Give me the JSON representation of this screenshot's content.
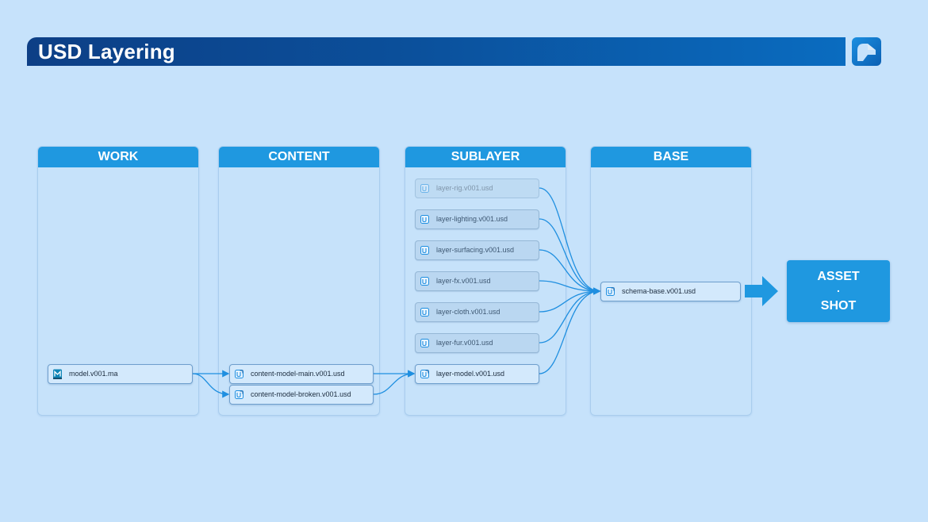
{
  "header": {
    "title": "USD Layering"
  },
  "icons": {
    "logo": "studio-logo",
    "maya_file": "maya-icon",
    "usd_file": "usd-icon",
    "big_arrow": "arrow-right-icon"
  },
  "colors": {
    "background": "#c6e2fb",
    "title_bar": "#0d3f86",
    "column_header": "#1f98e0",
    "wire": "#1f8fe0",
    "node_border": "#6f9fcd"
  },
  "columns": [
    {
      "title": "WORK"
    },
    {
      "title": "CONTENT"
    },
    {
      "title": "SUBLAYER"
    },
    {
      "title": "BASE"
    }
  ],
  "work": {
    "nodes": [
      {
        "label": "model.v001.ma"
      }
    ]
  },
  "content": {
    "nodes": [
      {
        "label": "content-model-main.v001.usd"
      },
      {
        "label": "content-model-broken.v001.usd"
      }
    ]
  },
  "sublayer": {
    "nodes": [
      {
        "label": "layer-rig.v001.usd"
      },
      {
        "label": "layer-lighting.v001.usd"
      },
      {
        "label": "layer-surfacing.v001.usd"
      },
      {
        "label": "layer-fx.v001.usd"
      },
      {
        "label": "layer-cloth.v001.usd"
      },
      {
        "label": "layer-fur.v001.usd"
      },
      {
        "label": "layer-model.v001.usd"
      }
    ]
  },
  "base": {
    "nodes": [
      {
        "label": "schema-base.v001.usd"
      }
    ]
  },
  "output": {
    "line1": "ASSET",
    "line2": ".",
    "line3": "SHOT"
  }
}
